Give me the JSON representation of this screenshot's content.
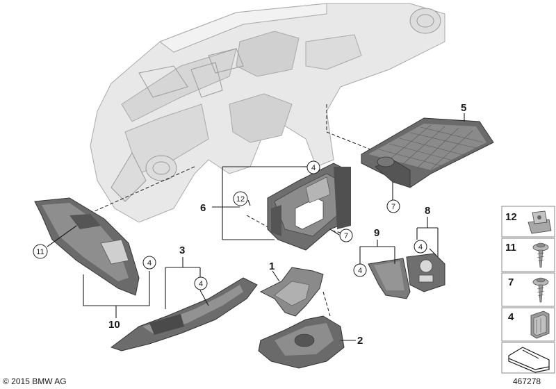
{
  "callouts": {
    "n1": "1",
    "n2": "2",
    "n3": "3",
    "n4": "4",
    "n5": "5",
    "n6": "6",
    "n7": "7",
    "n8": "8",
    "n9": "9",
    "n10": "10",
    "n11": "11",
    "n12": "12"
  },
  "circled": {
    "c4_frame": "4",
    "c12_frame": "12",
    "c7_frame": "7",
    "c7_bracket": "7",
    "c11_glovebox": "11",
    "c4_glovebox": "4",
    "c4_trim3": "4",
    "c4_panel9": "4",
    "c4_panel8": "4"
  },
  "legend": {
    "items": [
      {
        "label": "12",
        "icon": "clip-nut-icon"
      },
      {
        "label": "11",
        "icon": "screw-with-washer-icon"
      },
      {
        "label": "7",
        "icon": "screw-with-washer-icon"
      },
      {
        "label": "4",
        "icon": "expanding-nut-icon"
      }
    ]
  },
  "footer": {
    "copyright": "© 2015 BMW AG",
    "diagram_number": "467278"
  },
  "colors": {
    "dashboard_fill": "#e6e6e6",
    "dashboard_stroke": "#b0b0b0",
    "part_dark": "#5a5a5a",
    "part_mid": "#7a7a7a",
    "part_light": "#9a9a9a",
    "line": "#1a1a1a"
  }
}
